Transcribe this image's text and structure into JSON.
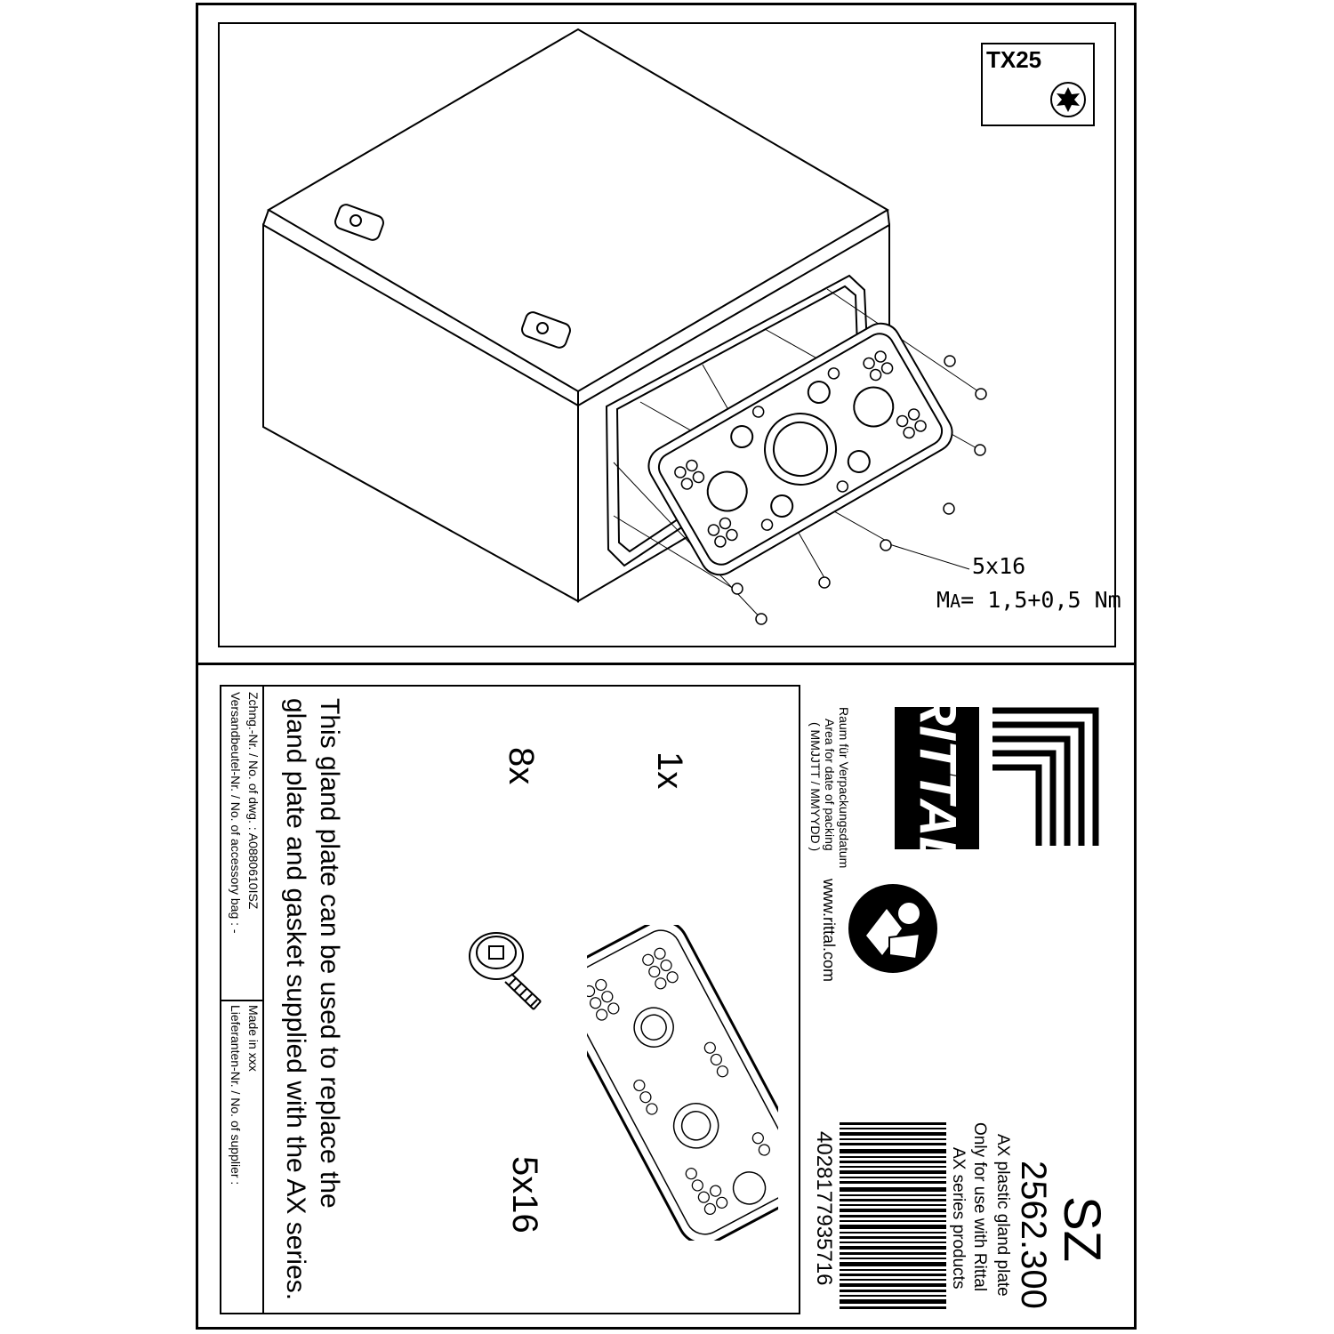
{
  "tool": {
    "label": "TX25",
    "icon": "torx-drive-icon"
  },
  "screw_spec": {
    "size": "5x16",
    "torque_prefix": "M",
    "torque_sub": "A",
    "torque_value": "= 1,5+0,5 Nm"
  },
  "product": {
    "code": "SZ",
    "number": "2562.300",
    "name": "AX plastic gland plate",
    "note_line1": "Only for use with Rittal",
    "note_line2": "AX series products",
    "barcode_number": "4028177935716"
  },
  "brand": {
    "name": "RITTAL",
    "website": "www.rittal.com"
  },
  "packing": {
    "line1": "Raum für Verpackungsdatum",
    "line2": "Area for date of packing",
    "line3": "( MMJJTT / MMYYDD )"
  },
  "contents": [
    {
      "qty": "1x",
      "item": "gland plate"
    },
    {
      "qty": "8x",
      "item": "screw"
    }
  ],
  "screw_label": "5x16",
  "description_line1": "This gland plate can be used to replace the",
  "description_line2": "gland plate and gasket supplied with the AX series.",
  "footer": {
    "drawing_no": "Zchng.-Nr. / No. of dwg. : A0880610ISZ",
    "bag_no": "Versandbeutel-Nr. / No. of accessory bag : -",
    "made_in": "Made in xxx",
    "supplier_no": "Lieferanten-Nr. / No. of supplier :"
  }
}
